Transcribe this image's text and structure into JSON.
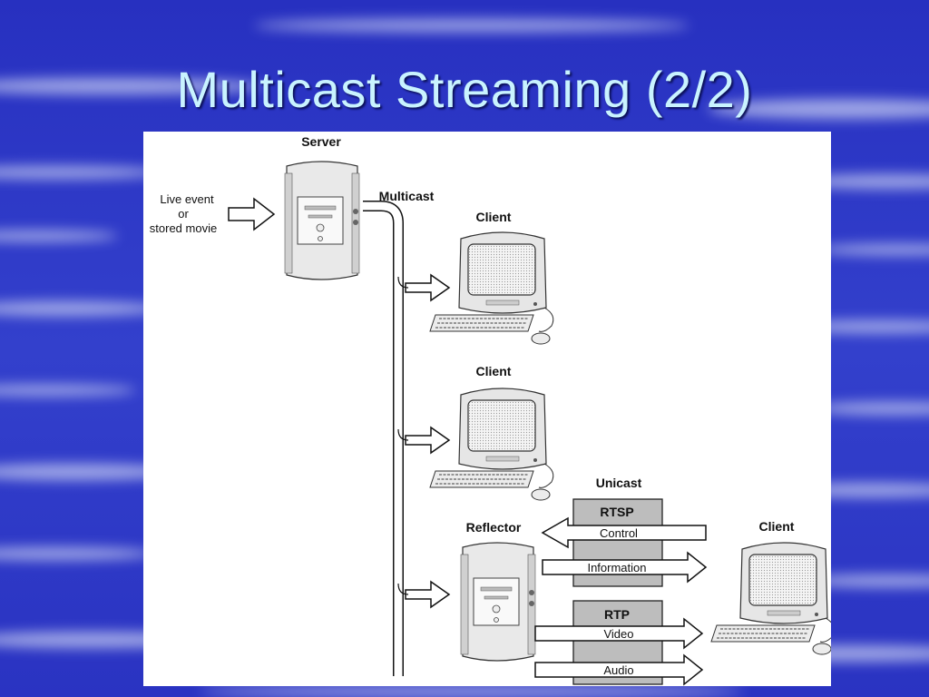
{
  "slide": {
    "title": "Multicast Streaming (2/2)"
  },
  "diagram": {
    "server_label": "Server",
    "input_label_line1": "Live event",
    "input_label_line2": "or",
    "input_label_line3": "stored movie",
    "multicast_label": "Multicast",
    "client1_label": "Client",
    "client2_label": "Client",
    "reflector_label": "Reflector",
    "unicast_label": "Unicast",
    "rtsp_label": "RTSP",
    "control_label": "Control",
    "information_label": "Information",
    "rtp_label": "RTP",
    "video_label": "Video",
    "audio_label": "Audio",
    "client3_label": "Client"
  },
  "colors": {
    "background": "#2a35c4",
    "title": "#c9f3ff",
    "protocol_box": "#bdbdbd"
  }
}
